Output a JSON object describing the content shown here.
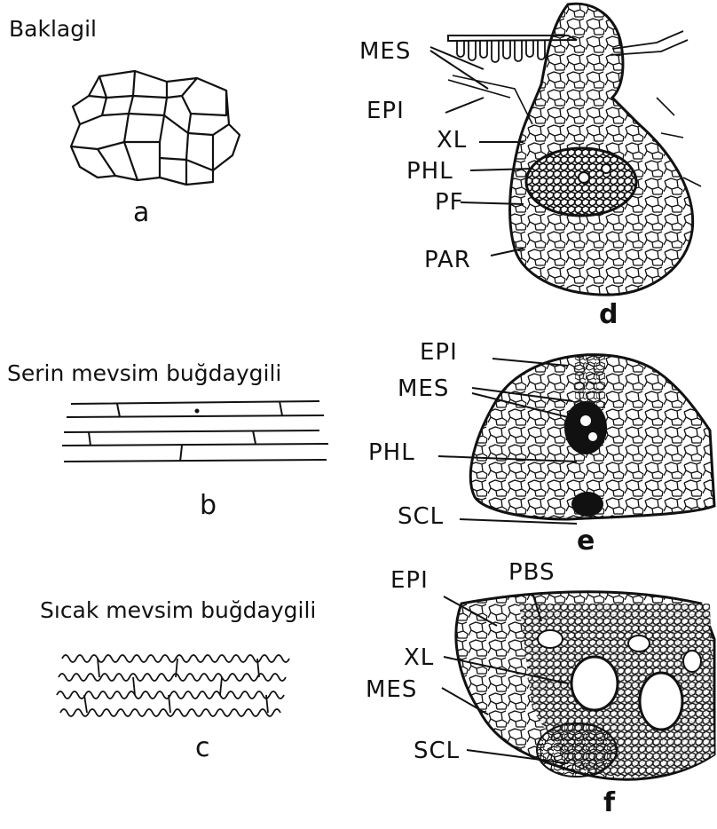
{
  "headings": {
    "legume": "Baklagil",
    "cool_grass": "Serin mevsim buğdaygili",
    "warm_grass": "Sıcak mevsim buğdaygili"
  },
  "panels": {
    "a": "a",
    "b": "b",
    "c": "c",
    "d": "d",
    "e": "e",
    "f": "f"
  },
  "labels_d": [
    "MES",
    "EPI",
    "XL",
    "PHL",
    "PF",
    "PAR"
  ],
  "labels_e": [
    "EPI",
    "MES",
    "PHL",
    "SCL"
  ],
  "labels_f": [
    "EPI",
    "PBS",
    "XL",
    "MES",
    "SCL"
  ],
  "colors": {
    "ink": "#111111",
    "paper": "#ffffff"
  }
}
